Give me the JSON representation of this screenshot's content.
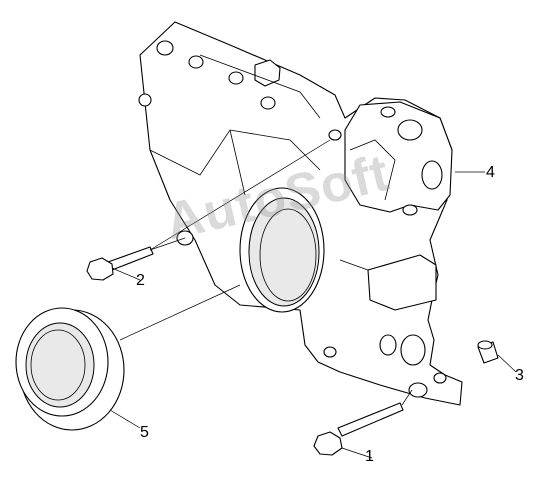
{
  "diagram": {
    "callouts": [
      "1",
      "2",
      "3",
      "4",
      "5"
    ],
    "watermark": "AutoSoft"
  }
}
